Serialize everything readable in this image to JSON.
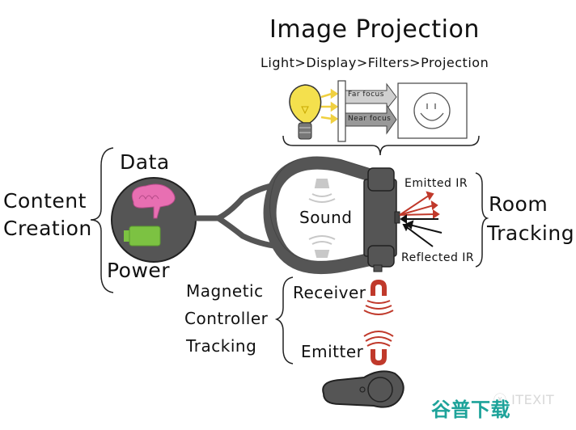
{
  "diagram": {
    "title": "Image Projection",
    "subtitle": "Light>Display>Filters>Projection",
    "projection": {
      "far_focus": "Far focus",
      "near_focus": "Near focus",
      "bulb_color": "#f4e04d",
      "screen_icon": "smiley-face"
    },
    "content_creation": {
      "label_line1": "Content",
      "label_line2": "Creation",
      "data_label": "Data",
      "power_label": "Power",
      "brain_color": "#e86fb2",
      "battery_color": "#7cc242",
      "hub_color": "#555555"
    },
    "headset": {
      "sound_label": "Sound",
      "body_color": "#555555"
    },
    "room_tracking": {
      "emitted_label": "Emitted IR",
      "reflected_label": "Reflected IR",
      "label_line1": "Room",
      "label_line2": "Tracking",
      "emitted_color": "#c0392b",
      "reflected_color": "#111111"
    },
    "magnetic_tracking": {
      "label_line1": "Magnetic",
      "label_line2": "Controller",
      "label_line3": "Tracking",
      "receiver_label": "Receiver",
      "emitter_label": "Emitter",
      "magnet_color": "#c0392b"
    },
    "watermark": {
      "text": "谷普下载",
      "secondary": "ⓧ ITEXIT",
      "color": "#1ea39a"
    }
  }
}
